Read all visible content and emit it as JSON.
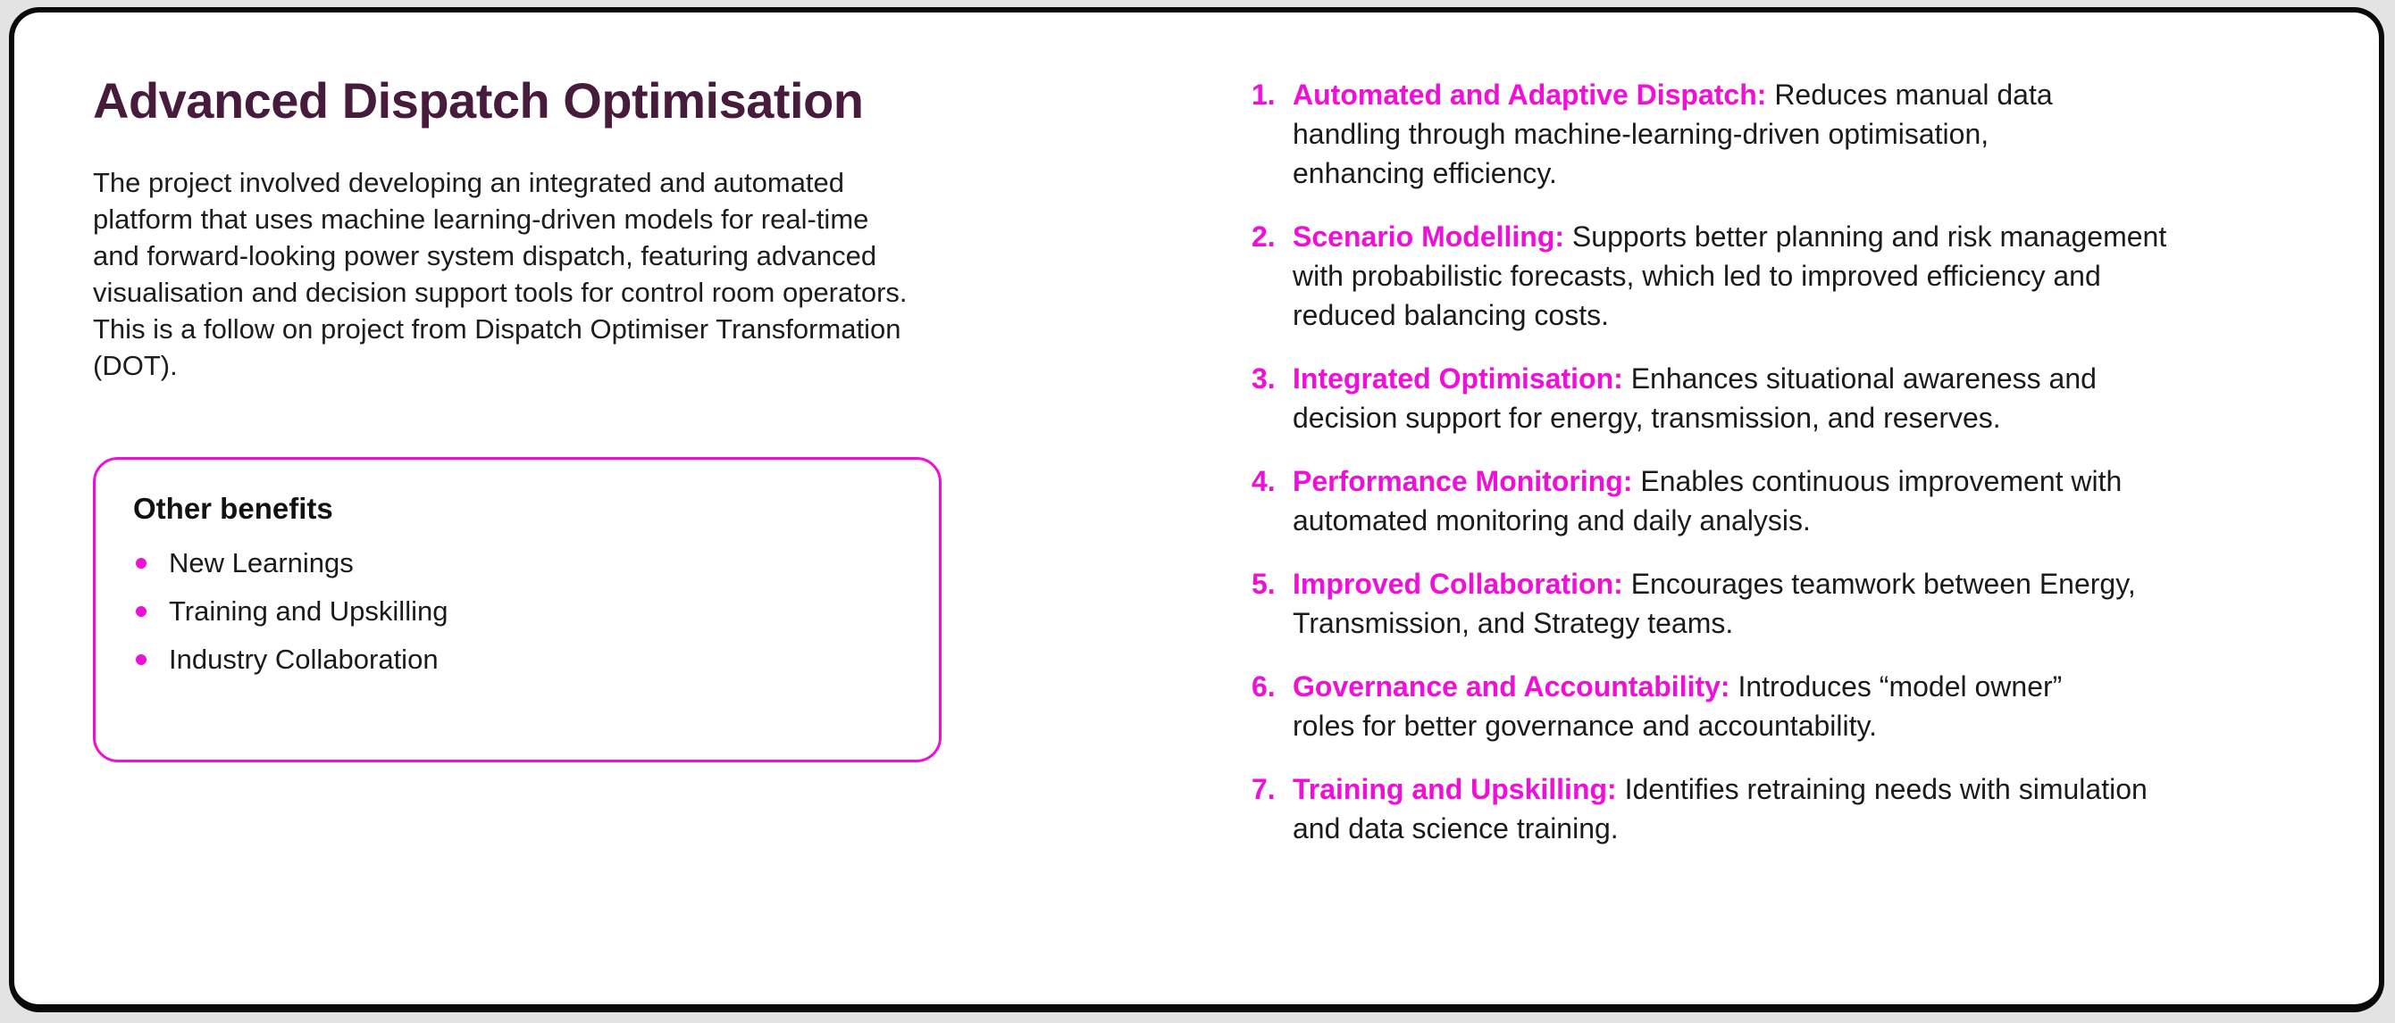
{
  "colors": {
    "accent_magenta": "#ef0fd8",
    "title_plum": "#461b3c",
    "body_text": "#1b1b1b",
    "card_background": "#ffffff",
    "card_border": "#0a0a0a",
    "page_background": "#e3e3e3"
  },
  "left_column": {
    "title": "Advanced Dispatch Optimisation",
    "paragraph": "The project involved developing an integrated and automated\nplatform that uses machine learning-driven models for real-time\nand forward-looking power system dispatch, featuring advanced\nvisualisation and decision support tools for control room operators.\nThis is a follow on project from Dispatch Optimiser Transformation\n(DOT)."
  },
  "benefits_box": {
    "heading": "Other benefits",
    "items": [
      {
        "label": "New Learnings"
      },
      {
        "label": "Training and Upskilling"
      },
      {
        "label": "Industry Collaboration"
      }
    ]
  },
  "numbered_list": {
    "items": [
      {
        "number": "1.",
        "label": "Automated and Adaptive Dispatch:",
        "text": " Reduces manual data\nhandling through machine-learning-driven optimisation,\nenhancing efficiency."
      },
      {
        "number": "2.",
        "label": "Scenario Modelling:",
        "text": " Supports better planning and risk management\nwith probabilistic forecasts, which led to improved efficiency and\nreduced balancing costs."
      },
      {
        "number": "3.",
        "label": "Integrated Optimisation:",
        "text": " Enhances situational awareness and\ndecision support for energy, transmission, and reserves."
      },
      {
        "number": "4.",
        "label": "Performance Monitoring:",
        "text": " Enables continuous improvement with\nautomated monitoring and daily analysis."
      },
      {
        "number": "5.",
        "label": "Improved Collaboration:",
        "text": " Encourages teamwork between Energy,\nTransmission, and Strategy teams."
      },
      {
        "number": "6.",
        "label": "Governance and Accountability:",
        "text": " Introduces “model owner”\nroles for better governance and accountability."
      },
      {
        "number": "7.",
        "label": "Training and Upskilling:",
        "text": " Identifies retraining needs with simulation\nand data science training."
      }
    ]
  }
}
